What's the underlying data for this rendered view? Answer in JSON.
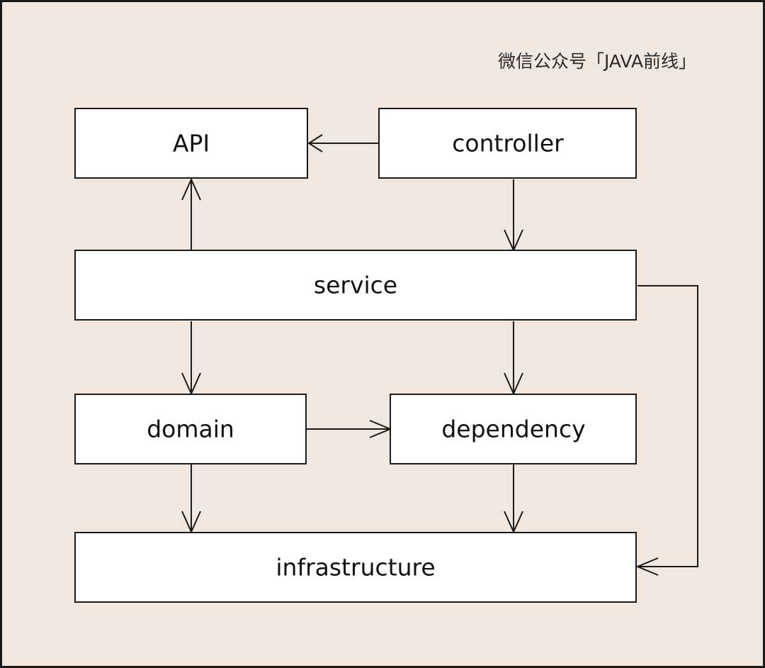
{
  "watermark": "微信公众号「JAVA前线」",
  "nodes": [
    {
      "id": "api",
      "label": "API"
    },
    {
      "id": "controller",
      "label": "controller"
    },
    {
      "id": "service",
      "label": "service"
    },
    {
      "id": "domain",
      "label": "domain"
    },
    {
      "id": "dependency",
      "label": "dependency"
    },
    {
      "id": "infrastructure",
      "label": "infrastructure"
    }
  ],
  "edges": [
    {
      "from": "controller",
      "to": "api"
    },
    {
      "from": "controller",
      "to": "service"
    },
    {
      "from": "service",
      "to": "api"
    },
    {
      "from": "service",
      "to": "domain"
    },
    {
      "from": "service",
      "to": "dependency"
    },
    {
      "from": "service",
      "to": "infrastructure"
    },
    {
      "from": "domain",
      "to": "dependency"
    },
    {
      "from": "domain",
      "to": "infrastructure"
    },
    {
      "from": "dependency",
      "to": "infrastructure"
    }
  ],
  "colors": {
    "background": "#f1e7df",
    "box_fill": "#ffffff",
    "stroke": "#1a1a1a"
  }
}
